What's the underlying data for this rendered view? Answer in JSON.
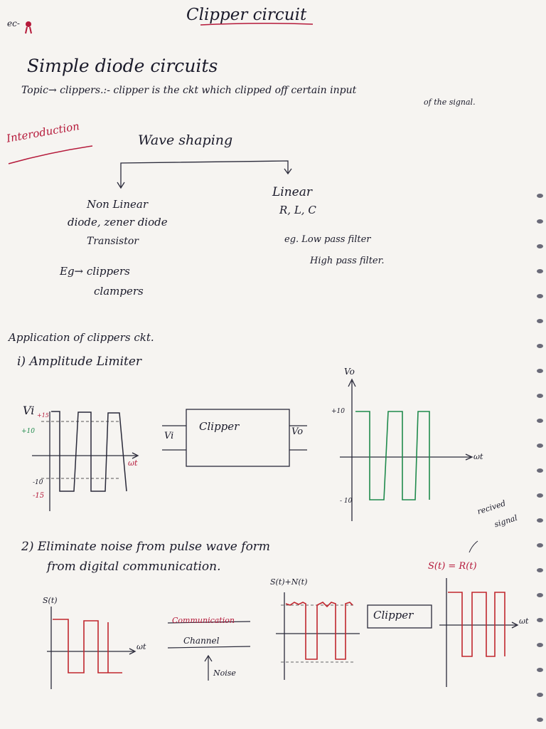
{
  "header": {
    "corner_mark": "ec-",
    "title": "Clipper circuit"
  },
  "heading": "Simple diode circuits",
  "topic": {
    "line1": "Topic→ clippers.:- clipper is the ckt which clipped off certain input",
    "line2": "of the signal."
  },
  "introduction_label": "Interoduction",
  "wave_shaping": {
    "title": "Wave shaping",
    "nonlinear": {
      "line1": "Non Linear",
      "line2": "diode, zener diode",
      "line3": "Transistor",
      "eg1": "Eg→ clippers",
      "eg2": "clampers"
    },
    "linear": {
      "line1": "Linear",
      "line2": "R, L, C",
      "eg1": "eg. Low pass filter",
      "eg2": "High pass filter."
    }
  },
  "application": {
    "title": "Application of clippers ckt.",
    "item1": "i) Amplitude Limiter",
    "input_graph": {
      "vi_label": "Vi",
      "plus15": "+15",
      "plus10": "+10",
      "minus10": "-10",
      "minus15": "-15",
      "wt_label": "ωt",
      "colors": {
        "axis": "#2a2a3a",
        "wave": "#2a2a3a"
      }
    },
    "clipper_box": {
      "label": "Clipper",
      "input_label": "Vi",
      "output_label": "Vo"
    },
    "output_graph": {
      "vo_label": "Vo",
      "plus10": "+10",
      "minus10": "- 10",
      "wt_label": "ωt",
      "colors": {
        "wave": "#1f8a4c"
      }
    }
  },
  "noise": {
    "line1": "2) Eliminate noise from pulse wave form",
    "line2": "from digital communication.",
    "received_signal_l1": "recived",
    "received_signal_l2": "signal",
    "st_label": "S(t)",
    "wt_label": "ωt",
    "channel_l1": "Communication",
    "channel_l2": "Channel",
    "noise_label": "Noise",
    "sn_label": "S(t)+N(t)",
    "clipper_label": "Clipper",
    "sr_label": "S(t) = R(t)",
    "colors": {
      "wave": "#c0262e",
      "accent": "#b5193a"
    }
  }
}
